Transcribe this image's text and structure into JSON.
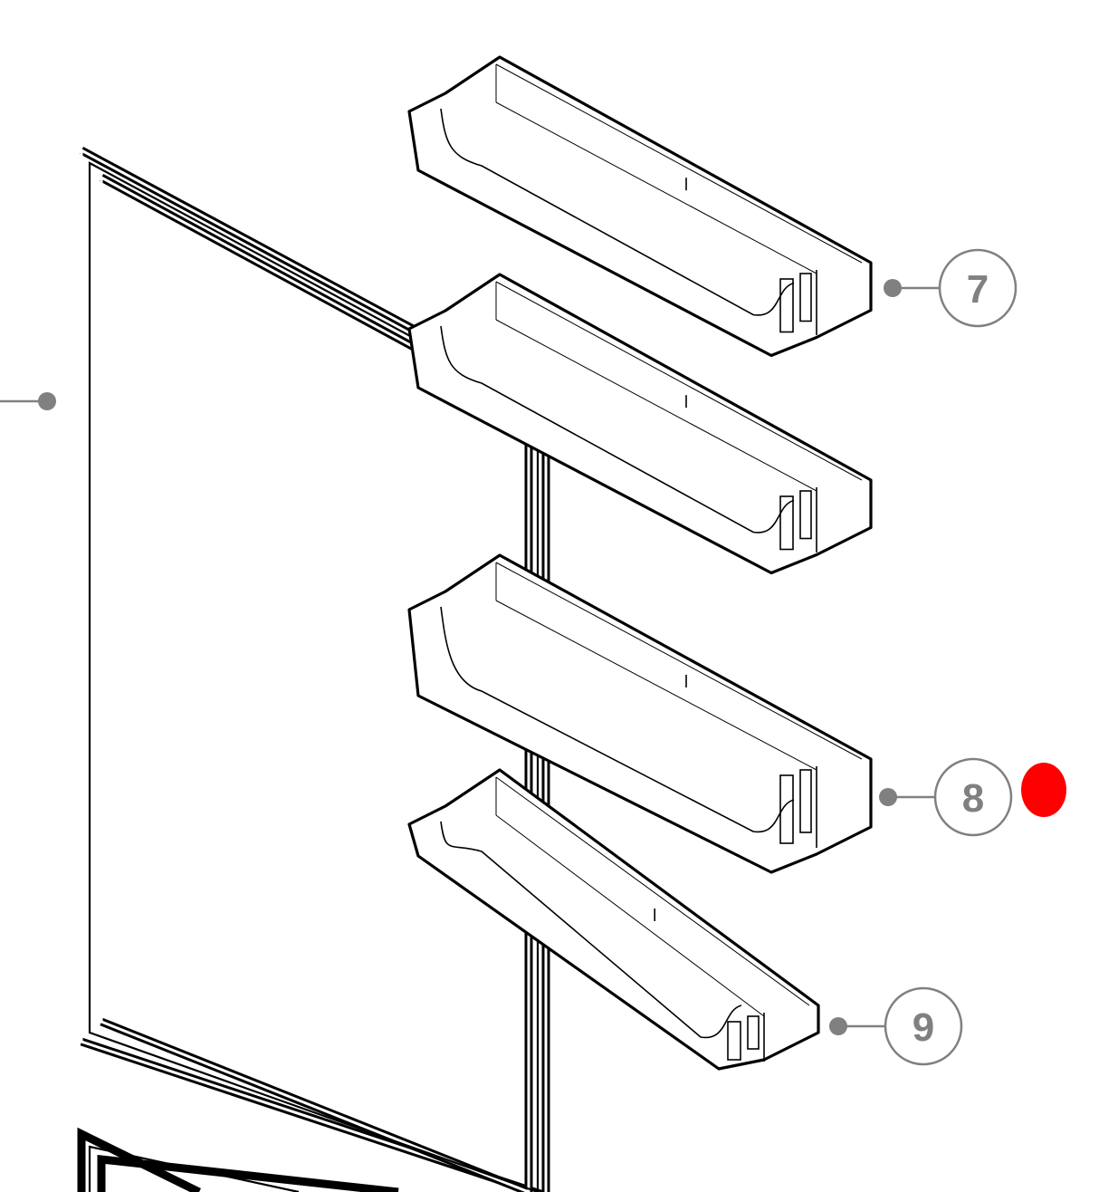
{
  "callouts": [
    {
      "number": "7",
      "part": "shelf-1"
    },
    {
      "number": "8",
      "part": "shelf-3"
    },
    {
      "number": "9",
      "part": "shelf-4"
    }
  ],
  "colors": {
    "line": "#000000",
    "callout": "#808080",
    "marker": "#ff0000",
    "background": "#ffffff"
  }
}
